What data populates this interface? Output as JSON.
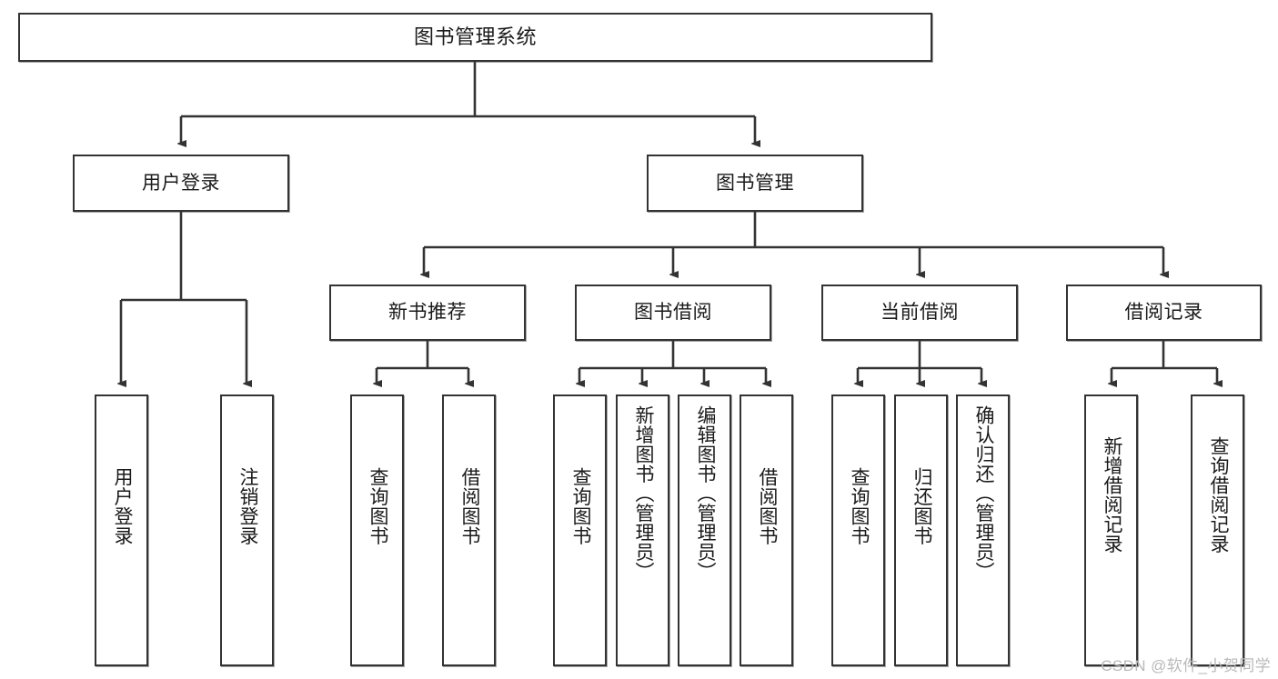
{
  "diagram": {
    "title": "图书管理系统",
    "type": "tree",
    "background_color": "#ffffff",
    "line_color": "#333333",
    "box_border_color": "#333333",
    "box_fill_color": "#ffffff",
    "text_color": "#1a1a1a",
    "levels": [
      {
        "level": 1,
        "nodes": [
          {
            "id": "root",
            "label": "图书管理系统",
            "orientation": "horizontal"
          }
        ]
      },
      {
        "level": 2,
        "nodes": [
          {
            "id": "user-login",
            "label": "用户登录",
            "orientation": "horizontal",
            "parent": "root"
          },
          {
            "id": "book-manage",
            "label": "图书管理",
            "orientation": "horizontal",
            "parent": "root"
          }
        ]
      },
      {
        "level": 3,
        "nodes": [
          {
            "id": "new-book-rec",
            "label": "新书推荐",
            "orientation": "horizontal",
            "parent": "book-manage"
          },
          {
            "id": "book-borrow",
            "label": "图书借阅",
            "orientation": "horizontal",
            "parent": "book-manage"
          },
          {
            "id": "current-borrow",
            "label": "当前借阅",
            "orientation": "horizontal",
            "parent": "book-manage"
          },
          {
            "id": "borrow-record",
            "label": "借阅记录",
            "orientation": "horizontal",
            "parent": "book-manage"
          }
        ]
      },
      {
        "level": 4,
        "nodes": [
          {
            "id": "leaf-user-login",
            "label": "用户登录",
            "orientation": "vertical",
            "parent": "user-login"
          },
          {
            "id": "leaf-logout",
            "label": "注销登录",
            "orientation": "vertical",
            "parent": "user-login"
          },
          {
            "id": "leaf-query-book-1",
            "label": "查询图书",
            "orientation": "vertical",
            "parent": "new-book-rec"
          },
          {
            "id": "leaf-borrow-book-1",
            "label": "借阅图书",
            "orientation": "vertical",
            "parent": "new-book-rec"
          },
          {
            "id": "leaf-query-book-2",
            "label": "查询图书",
            "orientation": "vertical",
            "parent": "book-borrow"
          },
          {
            "id": "leaf-add-book",
            "label": "新增图书（管理员）",
            "orientation": "vertical",
            "parent": "book-borrow"
          },
          {
            "id": "leaf-edit-book",
            "label": "编辑图书（管理员）",
            "orientation": "vertical",
            "parent": "book-borrow"
          },
          {
            "id": "leaf-borrow-book-2",
            "label": "借阅图书",
            "orientation": "vertical",
            "parent": "book-borrow"
          },
          {
            "id": "leaf-query-book-3",
            "label": "查询图书",
            "orientation": "vertical",
            "parent": "current-borrow"
          },
          {
            "id": "leaf-return-book",
            "label": "归还图书",
            "orientation": "vertical",
            "parent": "current-borrow"
          },
          {
            "id": "leaf-confirm-return",
            "label": "确认归还（管理员）",
            "orientation": "vertical",
            "parent": "current-borrow"
          },
          {
            "id": "leaf-add-record",
            "label": "新增借阅记录",
            "orientation": "vertical",
            "parent": "borrow-record"
          },
          {
            "id": "leaf-query-record",
            "label": "查询借阅记录",
            "orientation": "vertical",
            "parent": "borrow-record"
          }
        ]
      }
    ]
  },
  "watermark": {
    "text": "CSDN @软件_小贺同学"
  }
}
